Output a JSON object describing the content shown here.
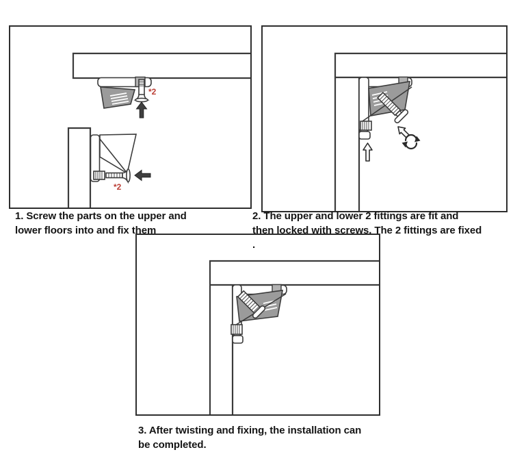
{
  "figure": {
    "type": "assembly-instruction-diagram",
    "background": "#ffffff"
  },
  "colors": {
    "line": "#3b3b3b",
    "panel_border": "#2e2e2e",
    "caption_text": "#151515",
    "accent_red": "#bb3e35",
    "bracket_gray": "#9b9b9b",
    "tab_gray": "#b3b3b3"
  },
  "icons": {
    "screw": "screw-icon",
    "up_arrow": "up-arrow-icon",
    "left_arrow": "left-arrow-icon",
    "insert_arrow": "insert-direction-arrow-icon",
    "rotate": "rotate-clockwise-icon"
  },
  "steps": [
    {
      "caption": "1. Screw the parts on the upper and\nlower floors into and fix them",
      "screw_count_label": "*2"
    },
    {
      "caption": "2. The upper and lower 2 fittings are fit and\nthen locked with screws. The 2 fittings are fixed\n."
    },
    {
      "caption": "3. After twisting and fixing, the installation can\nbe completed."
    }
  ]
}
